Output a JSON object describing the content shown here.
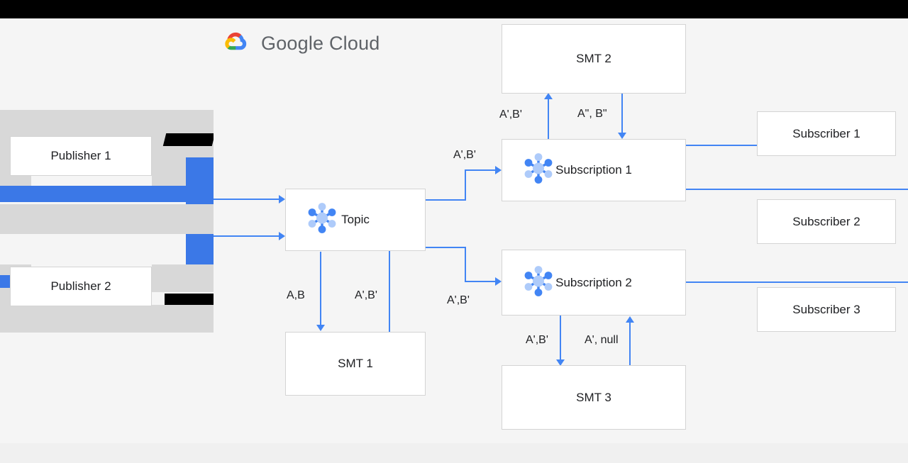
{
  "brand": {
    "logo_icon": "google-cloud-logo-icon",
    "name_first": "Google",
    "name_second": "Cloud"
  },
  "colors": {
    "connector_blue": "#4285f4",
    "artifact_blue": "#3b78e7",
    "artifact_gray": "#d8d8d8",
    "panel_bg": "#f5f5f5",
    "node_bg": "#ffffff",
    "node_border": "#d4d4d4",
    "text": "#202124",
    "logo_text": "#5f6368",
    "topbar": "#000000",
    "bottomband": "#f0f0f0",
    "icon_light": "#aecbfa",
    "icon_dark": "#4285f4"
  },
  "nodes": [
    {
      "id": "publisher-1",
      "label": "Publisher 1",
      "icon": null
    },
    {
      "id": "publisher-2",
      "label": "Publisher 2",
      "icon": null
    },
    {
      "id": "topic",
      "label": "Topic",
      "icon": "pubsub-topic-icon"
    },
    {
      "id": "smt-1",
      "label": "SMT 1",
      "icon": null
    },
    {
      "id": "smt-2",
      "label": "SMT 2",
      "icon": null
    },
    {
      "id": "smt-3",
      "label": "SMT 3",
      "icon": null
    },
    {
      "id": "subscription-1",
      "label": "Subscription 1",
      "icon": "pubsub-subscription-icon"
    },
    {
      "id": "subscription-2",
      "label": "Subscription 2",
      "icon": "pubsub-subscription-icon"
    },
    {
      "id": "subscriber-1",
      "label": "Subscriber 1",
      "icon": null
    },
    {
      "id": "subscriber-2",
      "label": "Subscriber 2",
      "icon": null
    },
    {
      "id": "subscriber-3",
      "label": "Subscriber 3",
      "icon": null
    }
  ],
  "edge_labels": {
    "topic_to_smt1": "A,B",
    "smt1_to_topic": "A',B'",
    "topic_to_sub1": "A',B'",
    "topic_to_sub2": "A',B'",
    "sub1_to_smt2": "A',B'",
    "smt2_to_sub1": "A\", B\"",
    "sub2_to_smt3": "A',B'",
    "smt3_to_sub2": "A', null"
  }
}
